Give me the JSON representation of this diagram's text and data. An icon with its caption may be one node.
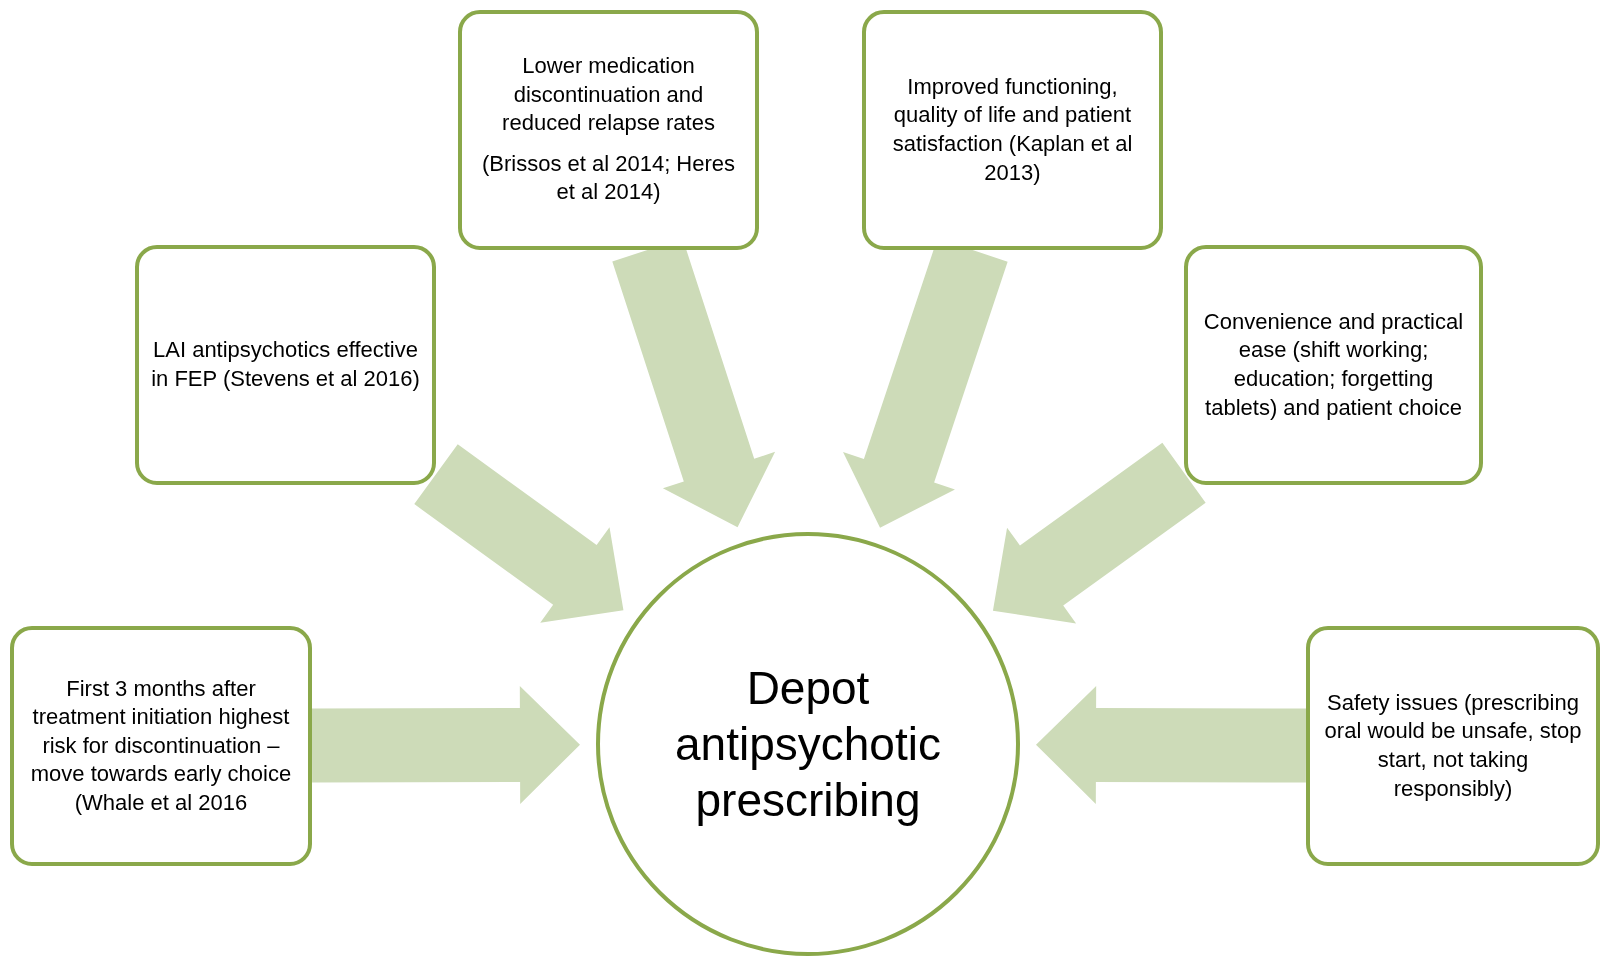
{
  "diagram": {
    "nodes": [
      {
        "text": [
          "Depot antipsychotic prescribing"
        ]
      },
      {
        "text": [
          "Lower medication discontinuation and reduced relapse rates",
          "(Brissos et al 2014; Heres et al 2014)"
        ]
      },
      {
        "text": [
          "Improved functioning, quality of life and patient satisfaction (Kaplan et al 2013)"
        ]
      },
      {
        "text": [
          "LAI antipsychotics effective in FEP (Stevens et al 2016)"
        ]
      },
      {
        "text": [
          "Convenience and practical ease (shift working; education; forgetting tablets) and patient choice"
        ]
      },
      {
        "text": [
          "First 3 months after treatment initiation highest risk for discontinuation – move towards early choice (Whale et al 2016"
        ]
      },
      {
        "text": [
          "Safety issues (prescribing oral would be unsafe, stop start, not taking responsibly)"
        ]
      }
    ],
    "edges": [
      {
        "from": 1,
        "to": 0,
        "arrow": "to"
      },
      {
        "from": 2,
        "to": 0,
        "arrow": "to"
      },
      {
        "from": 3,
        "to": 0,
        "arrow": "to"
      },
      {
        "from": 4,
        "to": 0,
        "arrow": "to"
      },
      {
        "from": 5,
        "to": 0,
        "arrow": "to"
      },
      {
        "from": 6,
        "to": 0,
        "arrow": "to"
      }
    ]
  }
}
